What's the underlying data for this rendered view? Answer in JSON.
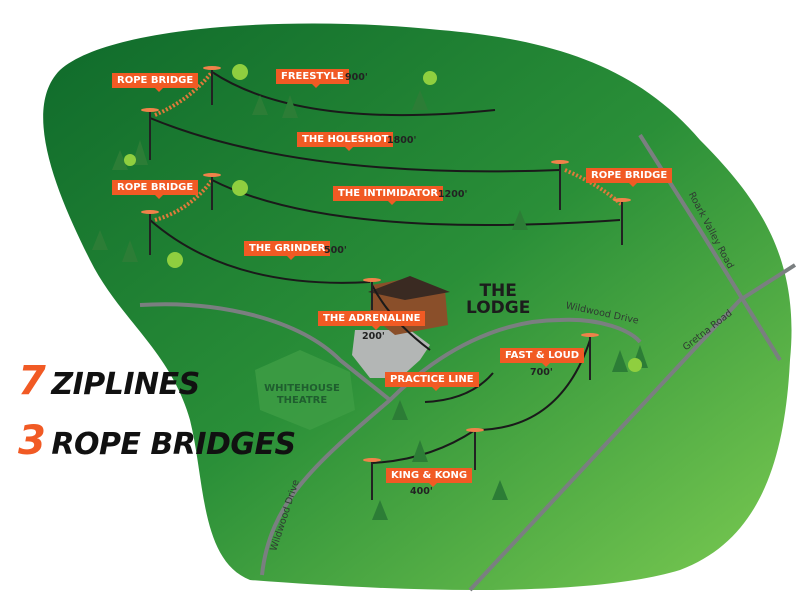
{
  "map": {
    "colors": {
      "label_bg": "#f15a24",
      "land_dark": "#0f6a2b",
      "land_light": "#72c24c",
      "road": "#7a7f80"
    },
    "ziplines": [
      {
        "name": "FREESTYLE",
        "length": "900'"
      },
      {
        "name": "THE HOLESHOT",
        "length": "1800'"
      },
      {
        "name": "THE  INTIMIDATOR",
        "length": "1200'"
      },
      {
        "name": "THE GRINDER",
        "length": "500'"
      },
      {
        "name": "THE ADRENALINE",
        "length": "200'"
      },
      {
        "name": "FAST & LOUD",
        "length": "700'"
      },
      {
        "name": "KING & KONG",
        "length": "400'"
      }
    ],
    "practice_line": "PRACTICE LINE",
    "rope_bridges": [
      "ROPE BRIDGE",
      "ROPE BRIDGE",
      "ROPE BRIDGE"
    ],
    "lodge": [
      "THE",
      "LODGE"
    ],
    "theatre": [
      "WHITEHOUSE",
      "THEATRE"
    ],
    "roads": {
      "roark": "Roark Valley Road",
      "gretna": "Gretna Road",
      "wildwood_top": "Wildwood Drive",
      "wildwood_left": "Wildwood Drive"
    }
  },
  "summary": [
    {
      "count": "7",
      "label": "ZIPLINES"
    },
    {
      "count": "3",
      "label": "ROPE BRIDGES"
    }
  ]
}
